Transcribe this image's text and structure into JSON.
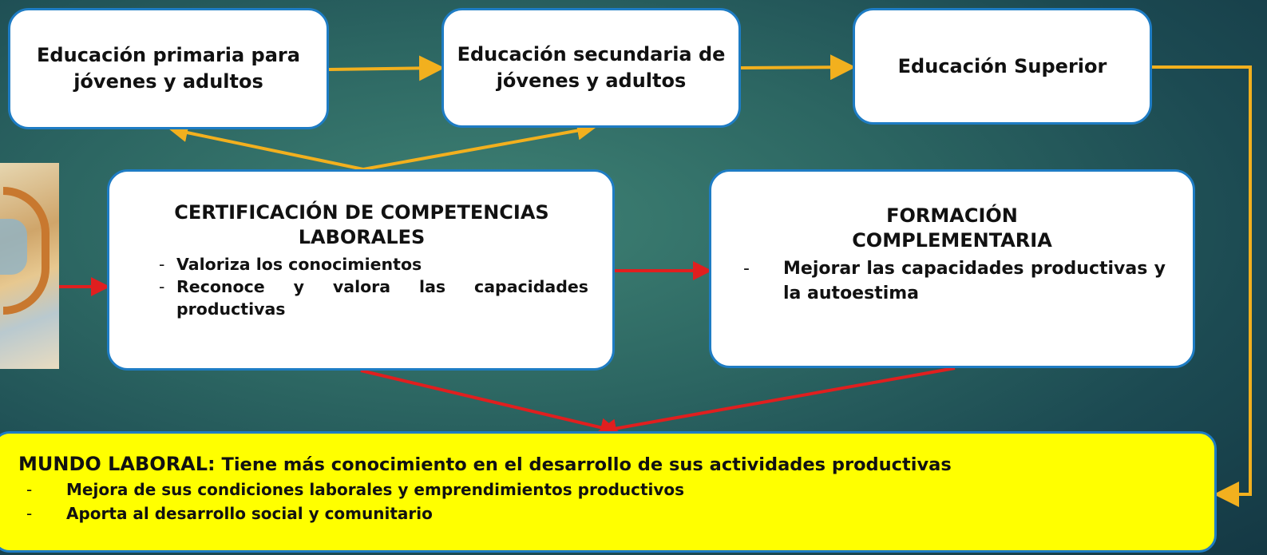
{
  "top_boxes": [
    {
      "label": "Educación primaria para jóvenes y adultos"
    },
    {
      "label": "Educación secundaria de jóvenes y adultos"
    },
    {
      "label": "Educación Superior"
    }
  ],
  "certificacion": {
    "title": "CERTIFICACIÓN DE COMPETENCIAS LABORALES",
    "items": [
      {
        "dash": "-",
        "text": "Valoriza los conocimientos"
      },
      {
        "dash": "-",
        "text": "Reconoce y valora las capacidades productivas"
      }
    ]
  },
  "formacion": {
    "title": "FORMACIÓN COMPLEMENTARIA",
    "items": [
      {
        "dash": "-",
        "text": "Mejorar las capacidades productivas y la autoestima"
      }
    ]
  },
  "mundo_laboral": {
    "heading": "MUNDO LABORAL:",
    "description": "Tiene más conocimiento en el desarrollo de sus actividades productivas",
    "items": [
      {
        "dash": "-",
        "text": "Mejora de sus condiciones laborales y emprendimientos productivos"
      },
      {
        "dash": "-",
        "text": "Aporta al desarrollo social y comunitario"
      }
    ]
  },
  "colors": {
    "box_border": "#1e7cc4",
    "yellow_box": "#ffff00",
    "arrow_orange": "#f2b01e",
    "arrow_red": "#e01f1f",
    "background": "#2c6662"
  },
  "icons": {
    "photo": "illustration-image"
  }
}
